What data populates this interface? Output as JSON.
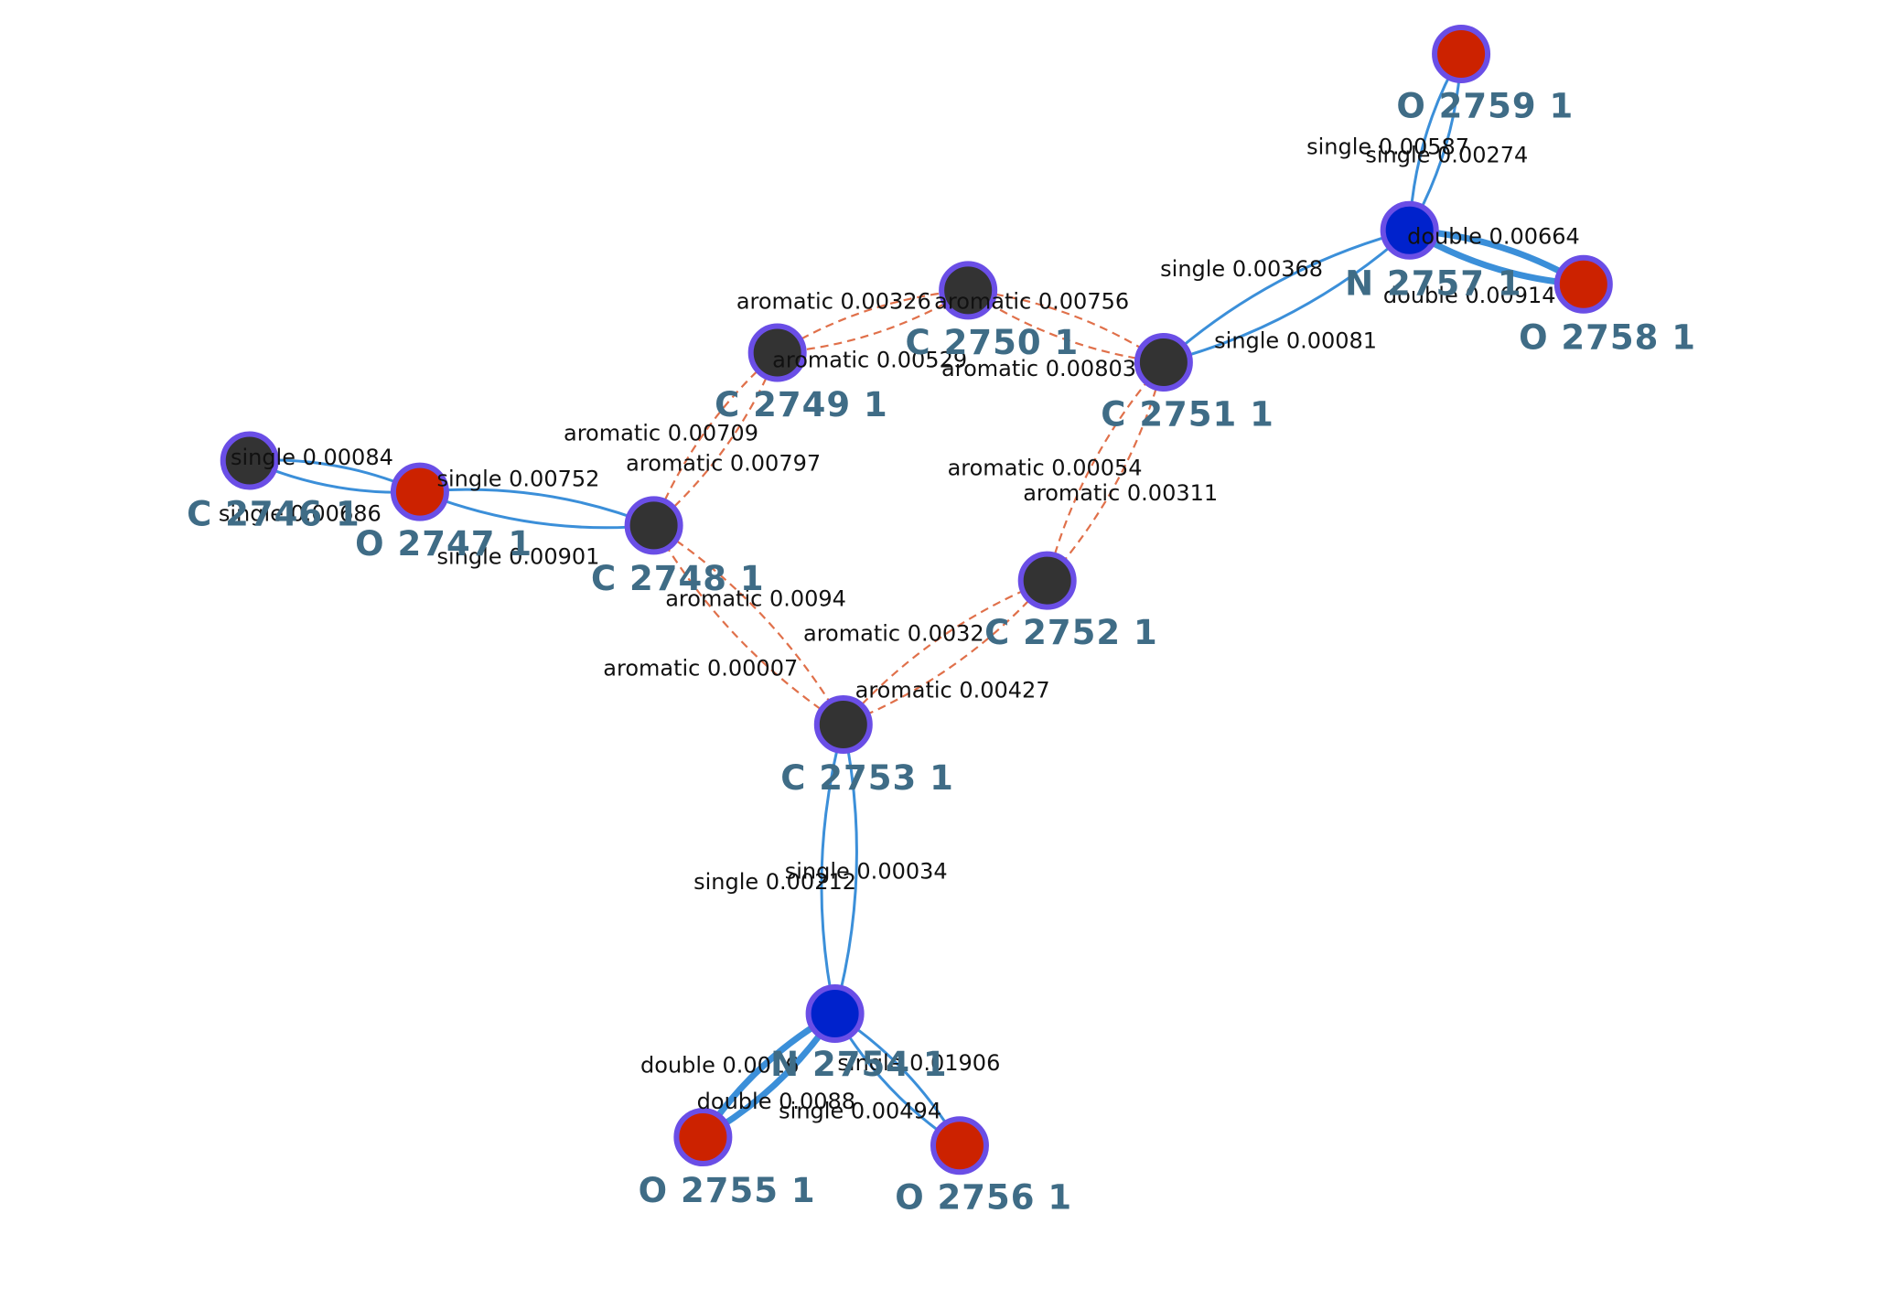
{
  "colors": {
    "carbon": "#333333",
    "oxygen": "#cc2200",
    "nitrogen": "#0022cc",
    "node_border": "#6a4ee6",
    "bond": "#3b8fd9",
    "aromatic_bond": "#e0704a"
  },
  "nodes": [
    {
      "id": "C2746",
      "label": "C 2746 1",
      "element": "C"
    },
    {
      "id": "O2747",
      "label": "O 2747 1",
      "element": "O"
    },
    {
      "id": "C2748",
      "label": "C 2748 1",
      "element": "C"
    },
    {
      "id": "C2749",
      "label": "C 2749 1",
      "element": "C"
    },
    {
      "id": "C2750",
      "label": "C 2750 1",
      "element": "C"
    },
    {
      "id": "C2751",
      "label": "C 2751 1",
      "element": "C"
    },
    {
      "id": "C2752",
      "label": "C 2752 1",
      "element": "C"
    },
    {
      "id": "C2753",
      "label": "C 2753 1",
      "element": "C"
    },
    {
      "id": "N2754",
      "label": "N 2754 1",
      "element": "N"
    },
    {
      "id": "O2755",
      "label": "O 2755 1",
      "element": "O"
    },
    {
      "id": "O2756",
      "label": "O 2756 1",
      "element": "O"
    },
    {
      "id": "N2757",
      "label": "N 2757 1",
      "element": "N"
    },
    {
      "id": "O2758",
      "label": "O 2758 1",
      "element": "O"
    },
    {
      "id": "O2759",
      "label": "O 2759 1",
      "element": "O"
    }
  ],
  "edges": [
    {
      "source": "C2746",
      "target": "O2747",
      "type": "single",
      "label": "single 0.00084"
    },
    {
      "source": "O2747",
      "target": "C2746",
      "type": "single",
      "label": "single 0.00686"
    },
    {
      "source": "O2747",
      "target": "C2748",
      "type": "single",
      "label": "single 0.00752"
    },
    {
      "source": "C2748",
      "target": "O2747",
      "type": "single",
      "label": "single 0.00901"
    },
    {
      "source": "C2748",
      "target": "C2749",
      "type": "aromatic",
      "label": "aromatic 0.00709"
    },
    {
      "source": "C2749",
      "target": "C2748",
      "type": "aromatic",
      "label": "aromatic 0.00797"
    },
    {
      "source": "C2749",
      "target": "C2750",
      "type": "aromatic",
      "label": "aromatic 0.00326"
    },
    {
      "source": "C2750",
      "target": "C2749",
      "type": "aromatic",
      "label": "aromatic 0.00529"
    },
    {
      "source": "C2750",
      "target": "C2751",
      "type": "aromatic",
      "label": "aromatic 0.00756"
    },
    {
      "source": "C2751",
      "target": "C2750",
      "type": "aromatic",
      "label": "aromatic 0.00803"
    },
    {
      "source": "C2751",
      "target": "C2752",
      "type": "aromatic",
      "label": "aromatic 0.00054"
    },
    {
      "source": "C2752",
      "target": "C2751",
      "type": "aromatic",
      "label": "aromatic 0.00311"
    },
    {
      "source": "C2752",
      "target": "C2753",
      "type": "aromatic",
      "label": "aromatic 0.0032"
    },
    {
      "source": "C2753",
      "target": "C2752",
      "type": "aromatic",
      "label": "aromatic 0.00427"
    },
    {
      "source": "C2748",
      "target": "C2753",
      "type": "aromatic",
      "label": "aromatic 0.0094"
    },
    {
      "source": "C2753",
      "target": "C2748",
      "type": "aromatic",
      "label": "aromatic 0.00007"
    },
    {
      "source": "C2753",
      "target": "N2754",
      "type": "single",
      "label": "single 0.00212"
    },
    {
      "source": "N2754",
      "target": "C2753",
      "type": "single",
      "label": "single 0.00034"
    },
    {
      "source": "N2754",
      "target": "O2755",
      "type": "double",
      "label": "double 0.0016"
    },
    {
      "source": "O2755",
      "target": "N2754",
      "type": "double",
      "label": "double 0.0088"
    },
    {
      "source": "N2754",
      "target": "O2756",
      "type": "single",
      "label": "single 0.01906"
    },
    {
      "source": "O2756",
      "target": "N2754",
      "type": "single",
      "label": "single 0.00494"
    },
    {
      "source": "C2751",
      "target": "N2757",
      "type": "single",
      "label": "single 0.00368"
    },
    {
      "source": "N2757",
      "target": "C2751",
      "type": "single",
      "label": "single 0.00081"
    },
    {
      "source": "N2757",
      "target": "O2758",
      "type": "double",
      "label": "double 0.00664"
    },
    {
      "source": "O2758",
      "target": "N2757",
      "type": "double",
      "label": "double 0.00914"
    },
    {
      "source": "N2757",
      "target": "O2759",
      "type": "single",
      "label": "single 0.00587"
    },
    {
      "source": "O2759",
      "target": "N2757",
      "type": "single",
      "label": "single 0.00274"
    }
  ]
}
